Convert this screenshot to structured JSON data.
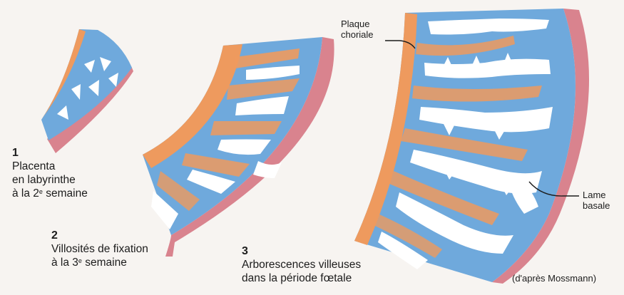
{
  "stages": [
    {
      "number": "1",
      "line1": "Placenta",
      "line2": "en labyrinthe",
      "line3_prefix": "à la 2",
      "line3_sup": "e",
      "line3_suffix": " semaine"
    },
    {
      "number": "2",
      "line1": "Villosités de fixation",
      "line2_prefix": "à la 3",
      "line2_sup": "e",
      "line2_suffix": " semaine"
    },
    {
      "number": "3",
      "line1": "Arborescences villeuses",
      "line2": "dans la période fœtale"
    }
  ],
  "annotations": {
    "plaque_choriale": [
      "Plaque",
      "choriale"
    ],
    "lame_basale": [
      "Lame",
      "basale"
    ]
  },
  "credit": "(d'après Mossmann)",
  "colors": {
    "background": "#f7f4f1",
    "chorionic_orange": "#ee9a5e",
    "villous_blue": "#6fa9dc",
    "basal_pink": "#d9838e",
    "intervillous_white": "#ffffff"
  }
}
